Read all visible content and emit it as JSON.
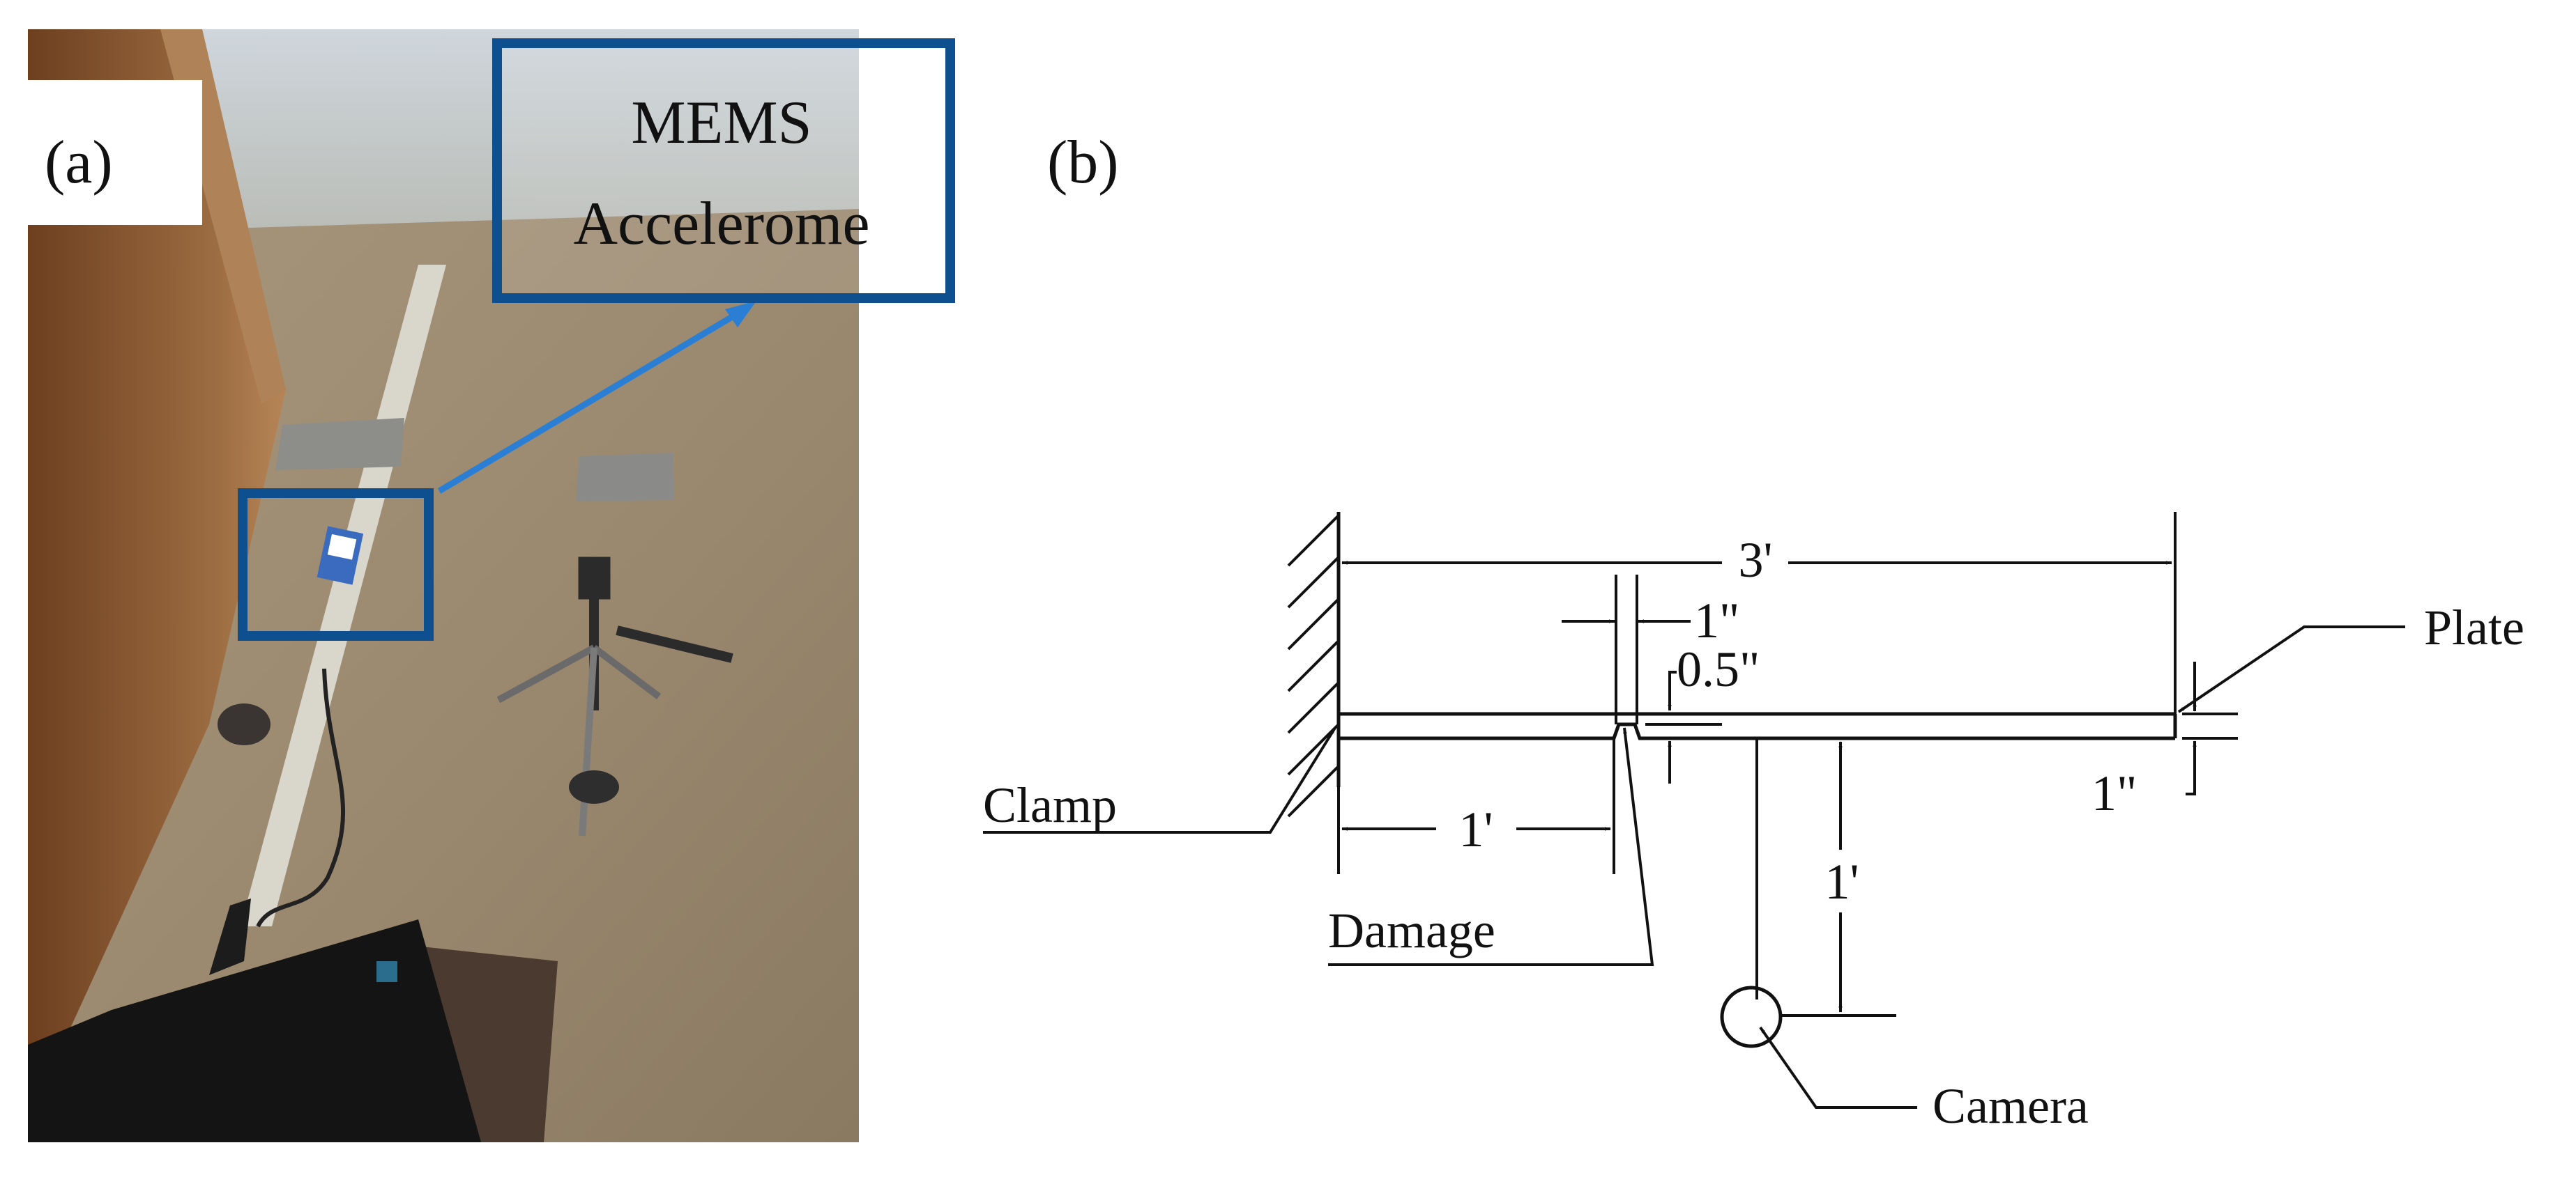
{
  "panel_a": {
    "label": "(a)",
    "callout_text_line1": "MEMS",
    "callout_text_line2": "Accelerome",
    "accent_color": "#0e4f8f",
    "arrow_color": "#2a7fd4"
  },
  "panel_b": {
    "label": "(b)",
    "dim_length": "3'",
    "dim_damage_width": "1\"",
    "dim_damage_depth": "0.5\"",
    "dim_damage_location": "1'",
    "dim_camera_distance": "1'",
    "dim_plate_thickness": "1\"",
    "label_plate": "Plate",
    "label_clamp": "Clamp",
    "label_damage": "Damage",
    "label_camera": "Camera"
  }
}
